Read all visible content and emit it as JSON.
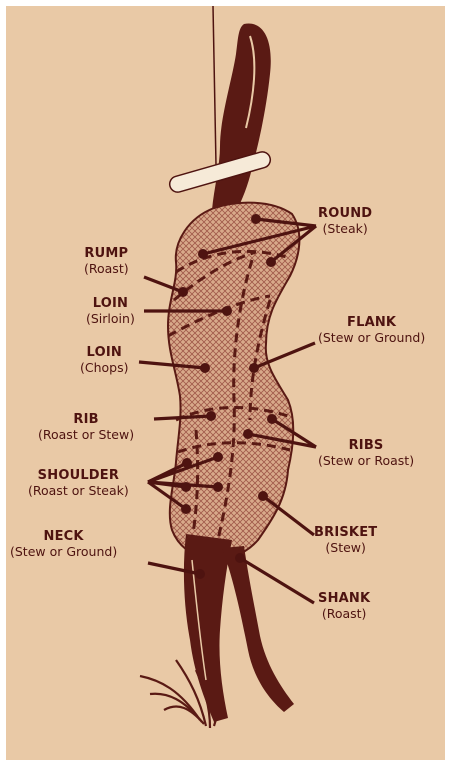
{
  "colors": {
    "background": "#e9c9a6",
    "ink": "#4e1310",
    "hide": "#5a1a14",
    "meat_fill": "#d8a98a",
    "frame": "#ffffff"
  },
  "cuts": [
    {
      "id": "round",
      "name": "ROUND",
      "use": "(Steak)"
    },
    {
      "id": "rump",
      "name": "RUMP",
      "use": "(Roast)"
    },
    {
      "id": "loin1",
      "name": "LOIN",
      "use": "(Sirloin)"
    },
    {
      "id": "flank",
      "name": "FLANK",
      "use": "(Stew or Ground)"
    },
    {
      "id": "loin2",
      "name": "LOIN",
      "use": "(Chops)"
    },
    {
      "id": "rib",
      "name": "RIB",
      "use": "(Roast or Stew)"
    },
    {
      "id": "ribs",
      "name": "RIBS",
      "use": "(Stew or Roast)"
    },
    {
      "id": "shoulder",
      "name": "SHOULDER",
      "use": "(Roast or Steak)"
    },
    {
      "id": "brisket",
      "name": "BRISKET",
      "use": "(Stew)"
    },
    {
      "id": "neck",
      "name": "NECK",
      "use": "(Stew or Ground)"
    },
    {
      "id": "shank",
      "name": "SHANK",
      "use": "(Roast)"
    }
  ]
}
